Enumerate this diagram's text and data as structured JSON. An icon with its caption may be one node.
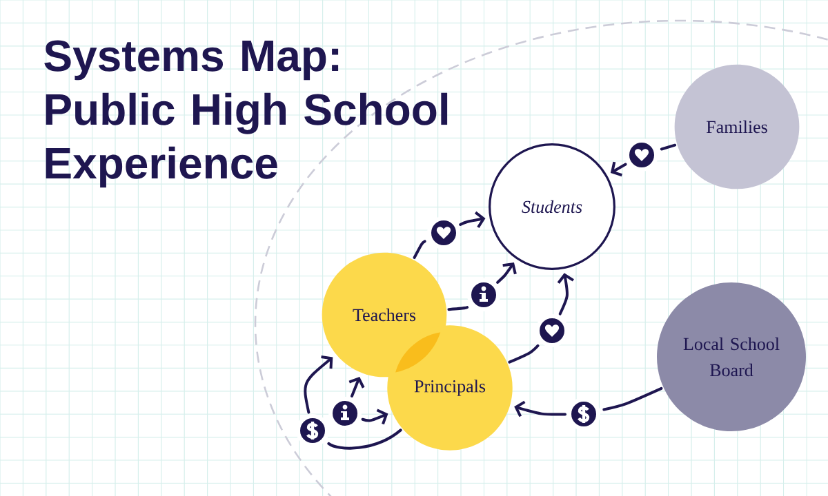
{
  "diagram": {
    "title": "Systems Map: Public High School Experience",
    "nodes": [
      {
        "text": [
          "Students"
        ]
      },
      {
        "text": [
          "Teachers"
        ]
      },
      {
        "text": [
          "Principals"
        ]
      },
      {
        "text": [
          "Families"
        ]
      },
      {
        "text": [
          "Local School Board"
        ]
      },
      {
        "text": [],
        "shape": "circle"
      },
      {
        "text": [],
        "shape": "circle"
      },
      {
        "text": [],
        "shape": "circle"
      },
      {
        "text": [],
        "shape": "circle"
      },
      {
        "text": [],
        "shape": "circle"
      },
      {
        "text": [],
        "shape": "circle"
      },
      {
        "text": [],
        "shape": "circle"
      }
    ],
    "edges": [
      {
        "from": 1,
        "to": 7,
        "arrow": "none"
      },
      {
        "from": 7,
        "to": 0,
        "arrow": "to"
      },
      {
        "from": 1,
        "to": 8,
        "arrow": "none"
      },
      {
        "from": 8,
        "to": 0,
        "arrow": "to"
      },
      {
        "from": 2,
        "to": 9,
        "arrow": "none"
      },
      {
        "from": 9,
        "to": 0,
        "arrow": "to"
      },
      {
        "from": 3,
        "to": 11,
        "arrow": "none"
      },
      {
        "from": 11,
        "to": 0,
        "arrow": "to"
      },
      {
        "from": 4,
        "to": 10,
        "arrow": "none"
      },
      {
        "from": 10,
        "to": 2,
        "arrow": "to"
      },
      {
        "from": 2,
        "to": 5,
        "arrow": "none"
      },
      {
        "from": 5,
        "to": 1,
        "arrow": "to"
      },
      {
        "from": 6,
        "to": 1,
        "arrow": "to"
      },
      {
        "from": 6,
        "to": 2,
        "arrow": "to"
      }
    ]
  }
}
